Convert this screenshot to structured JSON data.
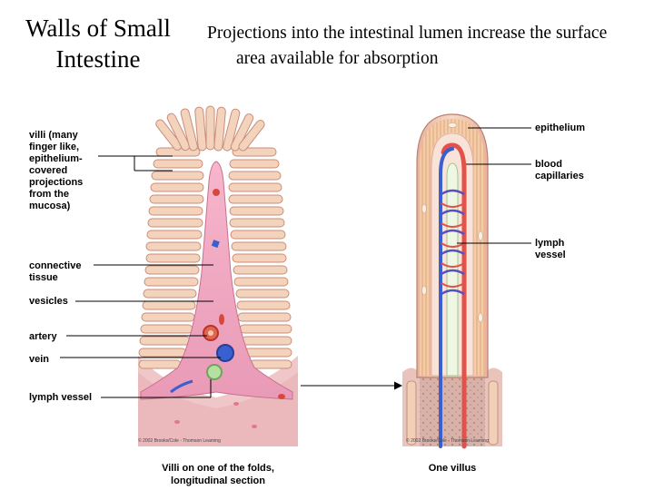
{
  "title_line1": "Walls of Small",
  "title_line2": "Intestine",
  "subtitle_line1": "Projections into the intestinal lumen increase the surface",
  "subtitle_line2": "area available for absorption",
  "left_labels": {
    "villi": [
      "villi (many",
      "finger like,",
      "epithelium-",
      "covered",
      "projections",
      "from the",
      "mucosa)"
    ],
    "connective_tissue": [
      "connective",
      "tissue"
    ],
    "vesicles": "vesicles",
    "artery": "artery",
    "vein": "vein",
    "lymph_vessel": "lymph vessel"
  },
  "right_labels": {
    "epithelium": "epithelium",
    "blood_capillaries": [
      "blood",
      "capillaries"
    ],
    "lymph_vessel": [
      "lymph",
      "vessel"
    ]
  },
  "captions": {
    "left_line1": "Villi on one of the folds,",
    "left_line2": "longitudinal section",
    "right": "One villus"
  },
  "copyright": "© 2002 Brooks/Cole - Thomson Learning",
  "colors": {
    "mucosa_pink": "#f3b8c8",
    "villus_tan": "#f2d3b8",
    "artery_red": "#d8473c",
    "vein_blue": "#3a5fcf",
    "lymph_green": "#b5e0a0"
  }
}
